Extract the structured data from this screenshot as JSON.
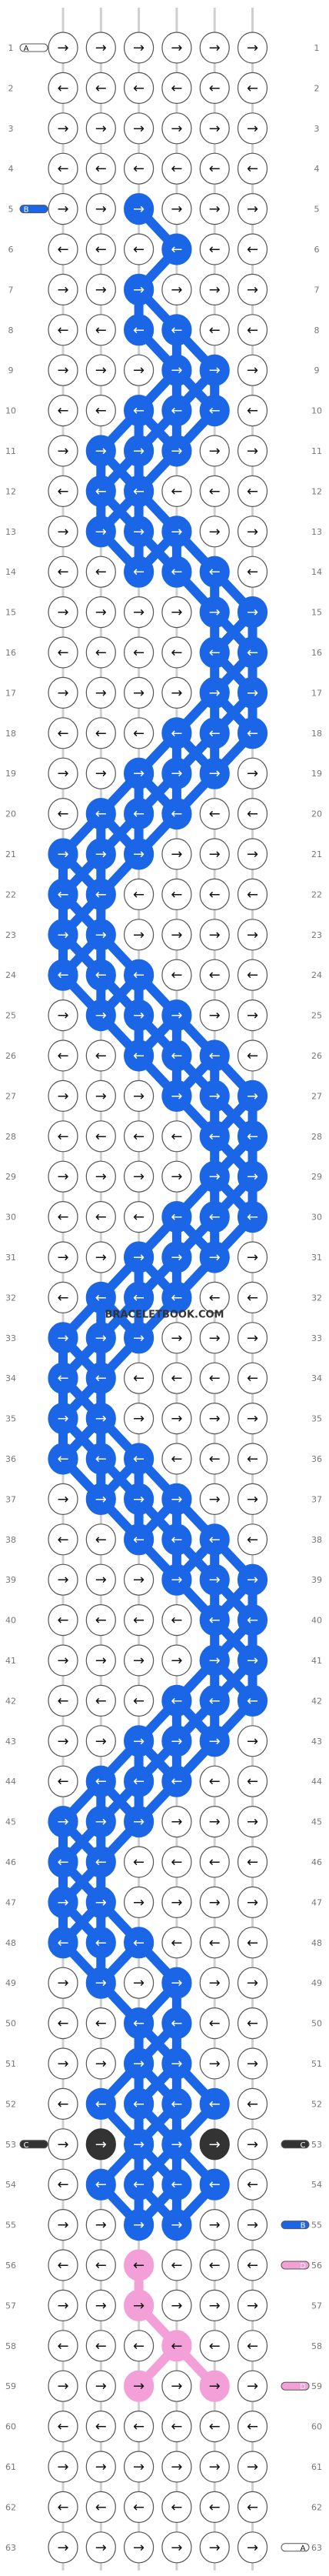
{
  "pattern": {
    "rows": 63,
    "columns": 6,
    "colors": {
      "A": "#ffffff",
      "B": "#1a66e6",
      "C": "#333333",
      "D": "#f4a0d8"
    },
    "default_color": "A",
    "knots": [
      {
        "row": 5,
        "col": 3,
        "color": "B"
      },
      {
        "row": 6,
        "col": 4,
        "color": "B"
      },
      {
        "row": 7,
        "col": 3,
        "color": "B"
      },
      {
        "row": 8,
        "col": 3,
        "color": "B"
      },
      {
        "row": 8,
        "col": 4,
        "color": "B"
      },
      {
        "row": 9,
        "col": 4,
        "color": "B"
      },
      {
        "row": 9,
        "col": 5,
        "color": "B"
      },
      {
        "row": 10,
        "col": 3,
        "color": "B"
      },
      {
        "row": 10,
        "col": 4,
        "color": "B"
      },
      {
        "row": 10,
        "col": 5,
        "color": "B"
      },
      {
        "row": 11,
        "col": 2,
        "color": "B"
      },
      {
        "row": 11,
        "col": 3,
        "color": "B"
      },
      {
        "row": 11,
        "col": 4,
        "color": "B"
      },
      {
        "row": 12,
        "col": 2,
        "color": "B"
      },
      {
        "row": 12,
        "col": 3,
        "color": "B"
      },
      {
        "row": 13,
        "col": 2,
        "color": "B"
      },
      {
        "row": 13,
        "col": 3,
        "color": "B"
      },
      {
        "row": 13,
        "col": 4,
        "color": "B"
      },
      {
        "row": 14,
        "col": 3,
        "color": "B"
      },
      {
        "row": 14,
        "col": 4,
        "color": "B"
      },
      {
        "row": 14,
        "col": 5,
        "color": "B"
      },
      {
        "row": 15,
        "col": 5,
        "color": "B"
      },
      {
        "row": 15,
        "col": 6,
        "color": "B"
      },
      {
        "row": 16,
        "col": 5,
        "color": "B"
      },
      {
        "row": 16,
        "col": 6,
        "color": "B"
      },
      {
        "row": 17,
        "col": 5,
        "color": "B"
      },
      {
        "row": 17,
        "col": 6,
        "color": "B"
      },
      {
        "row": 18,
        "col": 4,
        "color": "B"
      },
      {
        "row": 18,
        "col": 5,
        "color": "B"
      },
      {
        "row": 18,
        "col": 6,
        "color": "B"
      },
      {
        "row": 19,
        "col": 3,
        "color": "B"
      },
      {
        "row": 19,
        "col": 4,
        "color": "B"
      },
      {
        "row": 19,
        "col": 5,
        "color": "B"
      },
      {
        "row": 20,
        "col": 2,
        "color": "B"
      },
      {
        "row": 20,
        "col": 3,
        "color": "B"
      },
      {
        "row": 20,
        "col": 4,
        "color": "B"
      },
      {
        "row": 21,
        "col": 1,
        "color": "B"
      },
      {
        "row": 21,
        "col": 2,
        "color": "B"
      },
      {
        "row": 21,
        "col": 3,
        "color": "B"
      },
      {
        "row": 22,
        "col": 1,
        "color": "B"
      },
      {
        "row": 22,
        "col": 2,
        "color": "B"
      },
      {
        "row": 23,
        "col": 1,
        "color": "B"
      },
      {
        "row": 23,
        "col": 2,
        "color": "B"
      },
      {
        "row": 24,
        "col": 1,
        "color": "B"
      },
      {
        "row": 24,
        "col": 2,
        "color": "B"
      },
      {
        "row": 24,
        "col": 3,
        "color": "B"
      },
      {
        "row": 25,
        "col": 2,
        "color": "B"
      },
      {
        "row": 25,
        "col": 3,
        "color": "B"
      },
      {
        "row": 25,
        "col": 4,
        "color": "B"
      },
      {
        "row": 26,
        "col": 3,
        "color": "B"
      },
      {
        "row": 26,
        "col": 4,
        "color": "B"
      },
      {
        "row": 26,
        "col": 5,
        "color": "B"
      },
      {
        "row": 27,
        "col": 4,
        "color": "B"
      },
      {
        "row": 27,
        "col": 5,
        "color": "B"
      },
      {
        "row": 27,
        "col": 6,
        "color": "B"
      },
      {
        "row": 28,
        "col": 5,
        "color": "B"
      },
      {
        "row": 28,
        "col": 6,
        "color": "B"
      },
      {
        "row": 29,
        "col": 5,
        "color": "B"
      },
      {
        "row": 29,
        "col": 6,
        "color": "B"
      },
      {
        "row": 30,
        "col": 4,
        "color": "B"
      },
      {
        "row": 30,
        "col": 5,
        "color": "B"
      },
      {
        "row": 30,
        "col": 6,
        "color": "B"
      },
      {
        "row": 31,
        "col": 3,
        "color": "B"
      },
      {
        "row": 31,
        "col": 4,
        "color": "B"
      },
      {
        "row": 31,
        "col": 5,
        "color": "B"
      },
      {
        "row": 32,
        "col": 2,
        "color": "B"
      },
      {
        "row": 32,
        "col": 3,
        "color": "B"
      },
      {
        "row": 32,
        "col": 4,
        "color": "B"
      },
      {
        "row": 33,
        "col": 1,
        "color": "B"
      },
      {
        "row": 33,
        "col": 2,
        "color": "B"
      },
      {
        "row": 33,
        "col": 3,
        "color": "B"
      },
      {
        "row": 34,
        "col": 1,
        "color": "B"
      },
      {
        "row": 34,
        "col": 2,
        "color": "B"
      },
      {
        "row": 35,
        "col": 1,
        "color": "B"
      },
      {
        "row": 35,
        "col": 2,
        "color": "B"
      },
      {
        "row": 36,
        "col": 1,
        "color": "B"
      },
      {
        "row": 36,
        "col": 2,
        "color": "B"
      },
      {
        "row": 36,
        "col": 3,
        "color": "B"
      },
      {
        "row": 37,
        "col": 2,
        "color": "B"
      },
      {
        "row": 37,
        "col": 3,
        "color": "B"
      },
      {
        "row": 37,
        "col": 4,
        "color": "B"
      },
      {
        "row": 38,
        "col": 3,
        "color": "B"
      },
      {
        "row": 38,
        "col": 4,
        "color": "B"
      },
      {
        "row": 38,
        "col": 5,
        "color": "B"
      },
      {
        "row": 39,
        "col": 4,
        "color": "B"
      },
      {
        "row": 39,
        "col": 5,
        "color": "B"
      },
      {
        "row": 39,
        "col": 6,
        "color": "B"
      },
      {
        "row": 40,
        "col": 5,
        "color": "B"
      },
      {
        "row": 40,
        "col": 6,
        "color": "B"
      },
      {
        "row": 41,
        "col": 5,
        "color": "B"
      },
      {
        "row": 41,
        "col": 6,
        "color": "B"
      },
      {
        "row": 42,
        "col": 4,
        "color": "B"
      },
      {
        "row": 42,
        "col": 5,
        "color": "B"
      },
      {
        "row": 42,
        "col": 6,
        "color": "B"
      },
      {
        "row": 43,
        "col": 3,
        "color": "B"
      },
      {
        "row": 43,
        "col": 4,
        "color": "B"
      },
      {
        "row": 43,
        "col": 5,
        "color": "B"
      },
      {
        "row": 44,
        "col": 2,
        "color": "B"
      },
      {
        "row": 44,
        "col": 3,
        "color": "B"
      },
      {
        "row": 44,
        "col": 4,
        "color": "B"
      },
      {
        "row": 45,
        "col": 1,
        "color": "B"
      },
      {
        "row": 45,
        "col": 2,
        "color": "B"
      },
      {
        "row": 45,
        "col": 3,
        "color": "B"
      },
      {
        "row": 46,
        "col": 1,
        "color": "B"
      },
      {
        "row": 46,
        "col": 2,
        "color": "B"
      },
      {
        "row": 47,
        "col": 1,
        "color": "B"
      },
      {
        "row": 47,
        "col": 2,
        "color": "B"
      },
      {
        "row": 48,
        "col": 1,
        "color": "B"
      },
      {
        "row": 48,
        "col": 2,
        "color": "B"
      },
      {
        "row": 48,
        "col": 3,
        "color": "B"
      },
      {
        "row": 49,
        "col": 2,
        "color": "B"
      },
      {
        "row": 49,
        "col": 4,
        "color": "B"
      },
      {
        "row": 50,
        "col": 3,
        "color": "B"
      },
      {
        "row": 50,
        "col": 4,
        "color": "B"
      },
      {
        "row": 51,
        "col": 3,
        "color": "B"
      },
      {
        "row": 51,
        "col": 4,
        "color": "B"
      },
      {
        "row": 52,
        "col": 2,
        "color": "B"
      },
      {
        "row": 52,
        "col": 3,
        "color": "B"
      },
      {
        "row": 52,
        "col": 4,
        "color": "B"
      },
      {
        "row": 52,
        "col": 5,
        "color": "B"
      },
      {
        "row": 53,
        "col": 2,
        "color": "C"
      },
      {
        "row": 53,
        "col": 3,
        "color": "B"
      },
      {
        "row": 53,
        "col": 4,
        "color": "B"
      },
      {
        "row": 53,
        "col": 5,
        "color": "C"
      },
      {
        "row": 54,
        "col": 2,
        "color": "B"
      },
      {
        "row": 54,
        "col": 3,
        "color": "B"
      },
      {
        "row": 54,
        "col": 4,
        "color": "B"
      },
      {
        "row": 54,
        "col": 5,
        "color": "B"
      },
      {
        "row": 55,
        "col": 3,
        "color": "B"
      },
      {
        "row": 55,
        "col": 4,
        "color": "B"
      },
      {
        "row": 56,
        "col": 3,
        "color": "D"
      },
      {
        "row": 57,
        "col": 3,
        "color": "D"
      },
      {
        "row": 58,
        "col": 4,
        "color": "D"
      },
      {
        "row": 59,
        "col": 3,
        "color": "D"
      },
      {
        "row": 59,
        "col": 5,
        "color": "D"
      }
    ],
    "arrows": {
      "odd_rows_default": "→",
      "even_rows_default": "←"
    },
    "string_starts": [
      {
        "row": 1,
        "side": "left",
        "label": "A",
        "color": "A"
      },
      {
        "row": 5,
        "side": "left",
        "label": "B",
        "color": "B"
      },
      {
        "row": 53,
        "side": "left",
        "label": "C",
        "color": "C"
      },
      {
        "row": 53,
        "side": "right",
        "label": "C",
        "color": "C"
      },
      {
        "row": 55,
        "side": "right",
        "label": "B",
        "color": "B"
      },
      {
        "row": 56,
        "side": "right",
        "label": "D",
        "color": "D"
      },
      {
        "row": 59,
        "side": "right",
        "label": "D",
        "color": "D"
      },
      {
        "row": 63,
        "side": "right",
        "label": "A",
        "color": "A"
      }
    ],
    "watermark": "BRACELETBOOK.COM"
  }
}
